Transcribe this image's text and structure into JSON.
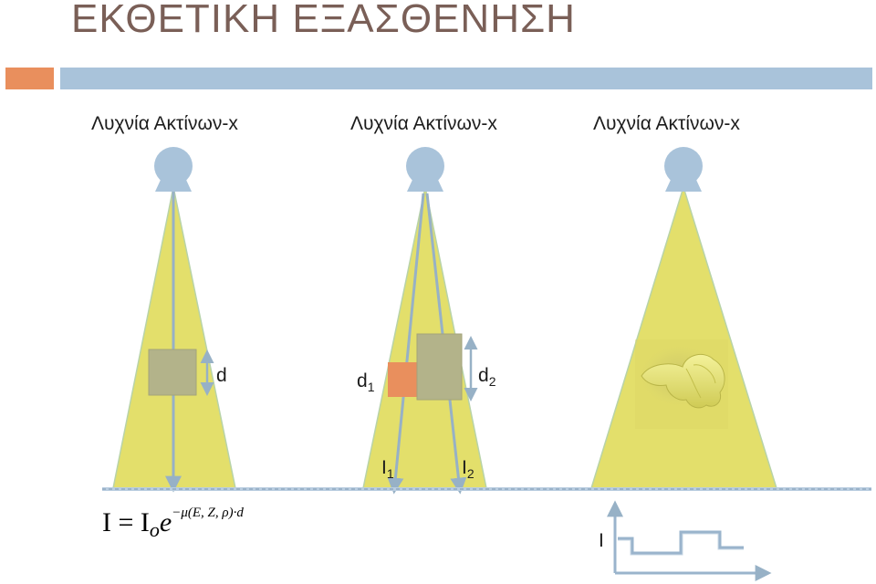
{
  "header": {
    "title": "ΕΚΘΕΤΙΚΗ ΕΞΑΣΘΕΝΗΣΗ",
    "colors": {
      "title": "#7a5f57",
      "accent": "#e98f5d",
      "bar": "#a9c3da"
    }
  },
  "tubes": [
    {
      "label": "Λυχνία Ακτίνων-x"
    },
    {
      "label": "Λυχνία Ακτίνων-x"
    },
    {
      "label": "Λυχνία Ακτίνων-x"
    }
  ],
  "panel1": {
    "thickness_label": "d"
  },
  "panel2": {
    "d1_label": "d",
    "d1_sub": "1",
    "d2_label": "d",
    "d2_sub": "2",
    "i1_label": "I",
    "i1_sub": "1",
    "i2_label": "I",
    "i2_sub": "2"
  },
  "formula": {
    "lhs": "I = I",
    "sub": "o",
    "base": "e",
    "exponent": "−μ(E, Z, ρ)·d"
  },
  "graph": {
    "y_label": "I"
  },
  "icons": [
    "xray-tube-icon",
    "tooth-icon"
  ],
  "colors": {
    "beam": "#e3df6b",
    "beam_edge": "#b8d3a8",
    "ray": "#97b1c6",
    "tube": "#a9c3da",
    "block_gray": "#b3b38a",
    "block_orange": "#e98f5d",
    "profile": "#9ab4cc"
  }
}
